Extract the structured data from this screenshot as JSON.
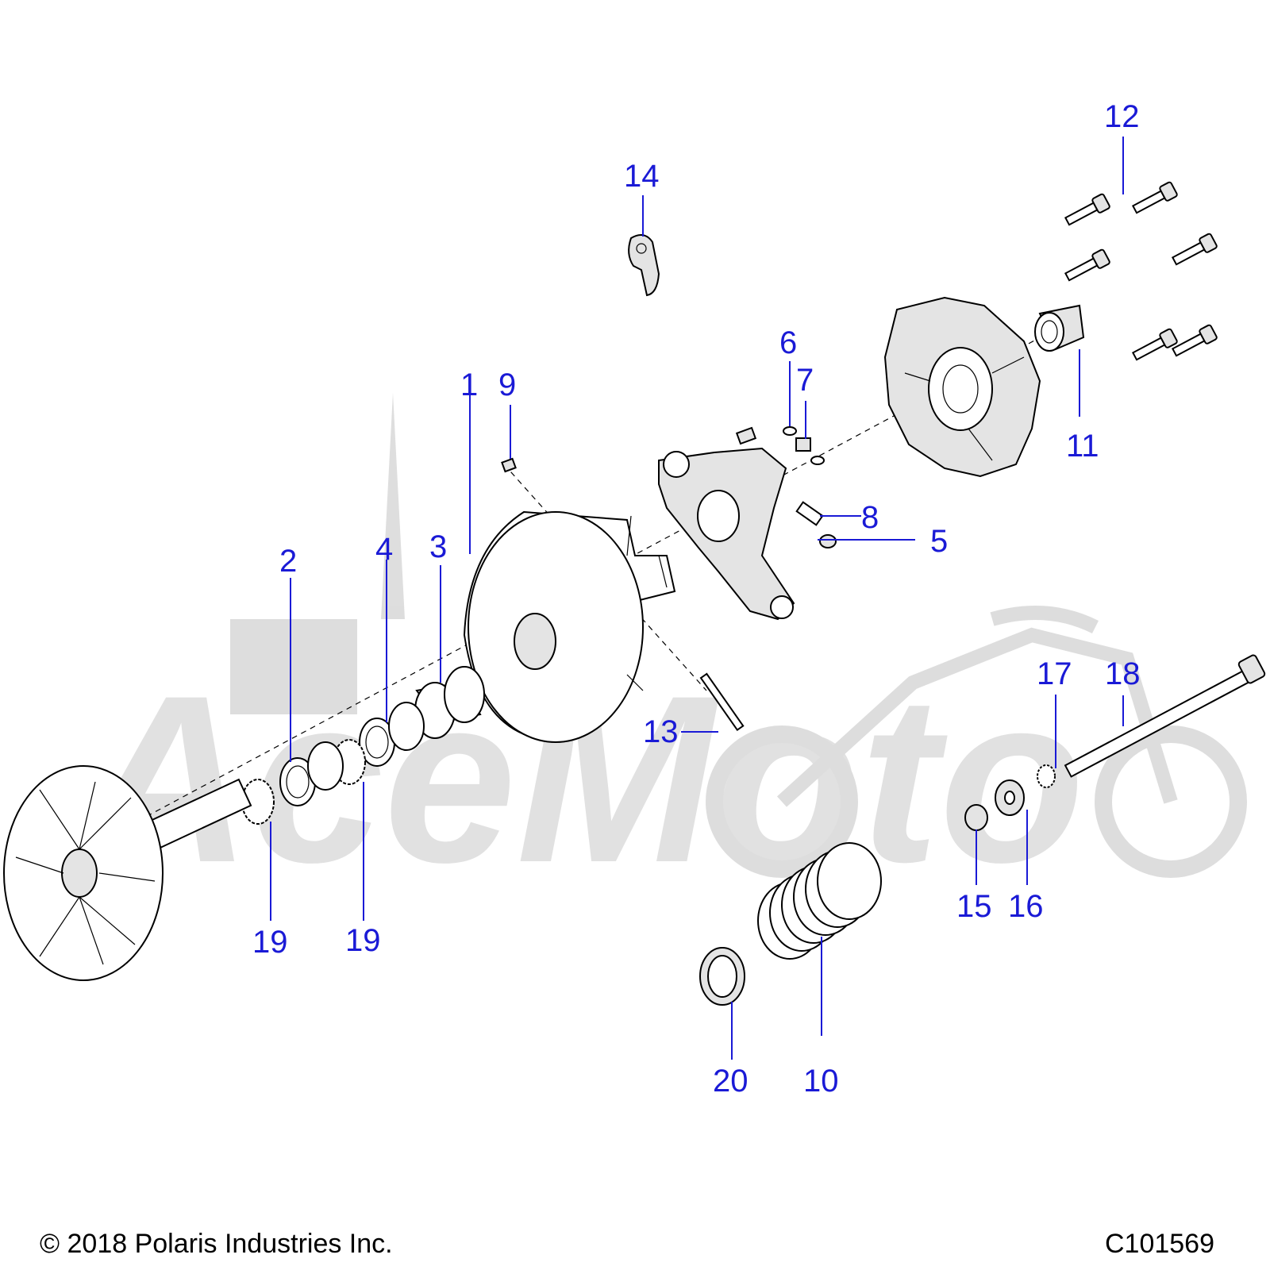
{
  "diagram": {
    "callout_color": "#1a1ad6",
    "watermark_text": "AceMoto",
    "callouts": {
      "c1": "1",
      "c2": "2",
      "c3": "3",
      "c4": "4",
      "c5": "5",
      "c6": "6",
      "c7": "7",
      "c8": "8",
      "c9": "9",
      "c10": "10",
      "c11": "11",
      "c12": "12",
      "c13": "13",
      "c14": "14",
      "c15": "15",
      "c16": "16",
      "c17": "17",
      "c18": "18",
      "c19a": "19",
      "c19b": "19",
      "c20": "20"
    }
  },
  "footer": {
    "copyright": "© 2018 Polaris Industries Inc.",
    "drawing_number": "C101569"
  }
}
